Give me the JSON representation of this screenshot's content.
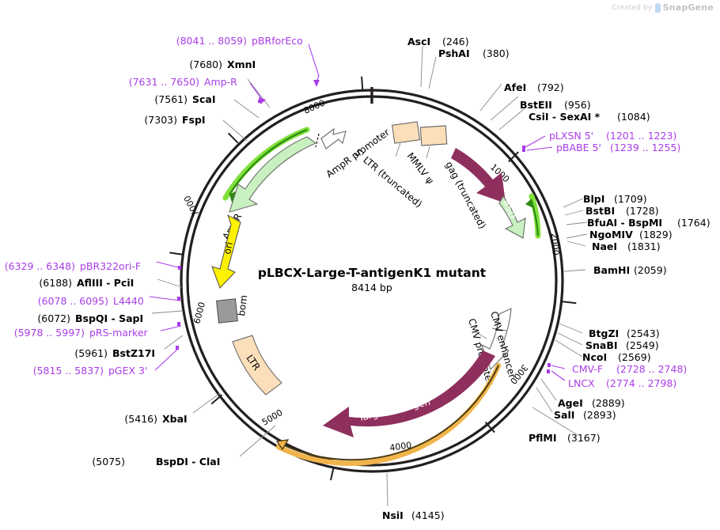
{
  "watermark": {
    "prefix": "Created by",
    "brand": "SnapGene",
    "logo_icon": "snapgene-logo-icon"
  },
  "plasmid": {
    "name": "pLBCX-Large-T-antigenK1 mutant",
    "size": "8414 bp",
    "length_bp": 8414
  },
  "ruler_ticks": [
    {
      "label": "1000",
      "bp": 1000
    },
    {
      "label": "2000",
      "bp": 2000
    },
    {
      "label": "3000",
      "bp": 3000
    },
    {
      "label": "4000",
      "bp": 4000
    },
    {
      "label": "5000",
      "bp": 5000
    },
    {
      "label": "6000",
      "bp": 6000
    },
    {
      "label": "7000",
      "bp": 7000
    },
    {
      "label": "8000",
      "bp": 8000
    }
  ],
  "enzyme_sites": [
    {
      "name": "AscI",
      "pos": "(246)",
      "bp": 246
    },
    {
      "name": "PshAI",
      "pos": "(380)",
      "bp": 380
    },
    {
      "name": "AfeI",
      "pos": "(792)",
      "bp": 792
    },
    {
      "name": "BstEII",
      "pos": "(956)",
      "bp": 956
    },
    {
      "name": "CsiI  -  SexAI *",
      "pos": "(1084)",
      "bp": 1084
    },
    {
      "name": "BlpI",
      "pos": "(1709)",
      "bp": 1709
    },
    {
      "name": "BstBI",
      "pos": "(1728)",
      "bp": 1728
    },
    {
      "name": "BfuAI  -  BspMI",
      "pos": "(1764)",
      "bp": 1764
    },
    {
      "name": "NgoMIV",
      "pos": "(1829)",
      "bp": 1829
    },
    {
      "name": "NaeI",
      "pos": "(1831)",
      "bp": 1831
    },
    {
      "name": "BamHI",
      "pos": "(2059)",
      "bp": 2059
    },
    {
      "name": "BtgZI",
      "pos": "(2543)",
      "bp": 2543
    },
    {
      "name": "SnaBI",
      "pos": "(2549)",
      "bp": 2549
    },
    {
      "name": "NcoI",
      "pos": "(2569)",
      "bp": 2569
    },
    {
      "name": "AgeI",
      "pos": "(2889)",
      "bp": 2889
    },
    {
      "name": "SalI",
      "pos": "(2893)",
      "bp": 2893
    },
    {
      "name": "PflMI",
      "pos": "(3167)",
      "bp": 3167
    },
    {
      "name": "NsiI",
      "pos": "(4145)",
      "bp": 4145
    },
    {
      "name": "BspDI  -  ClaI",
      "pos": "(5075)",
      "bp": 5075
    },
    {
      "name": "XbaI",
      "pos": "(5416)",
      "bp": 5416
    },
    {
      "name": "BstZ17I",
      "pos": "(5961)",
      "bp": 5961
    },
    {
      "name": "BspQI  -  SapI",
      "pos": "(6072)",
      "bp": 6072
    },
    {
      "name": "AflIII  -  PciI",
      "pos": "(6188)",
      "bp": 6188
    },
    {
      "name": "FspI",
      "pos": "(7303)",
      "bp": 7303
    },
    {
      "name": "ScaI",
      "pos": "(7561)",
      "bp": 7561
    },
    {
      "name": "XmnI",
      "pos": "(7680)",
      "bp": 7680
    }
  ],
  "primers": [
    {
      "name": "pLXSN 5'",
      "range": "(1201 .. 1223)"
    },
    {
      "name": "pBABE 5'",
      "range": "(1239 .. 1255)"
    },
    {
      "name": "CMV-F",
      "range": "(2728 .. 2748)"
    },
    {
      "name": "LNCX",
      "range": "(2774 .. 2798)"
    },
    {
      "name": "pGEX 3'",
      "range": "(5815 .. 5837)"
    },
    {
      "name": "pRS-marker",
      "range": "(5978 .. 5997)"
    },
    {
      "name": "L4440",
      "range": "(6078 .. 6095)"
    },
    {
      "name": "pBR322ori-F",
      "range": "(6329 .. 6348)"
    },
    {
      "name": "Amp-R",
      "range": "(7631 .. 7650)"
    },
    {
      "name": "pBRforEco",
      "range": "(8041 .. 8059)"
    }
  ],
  "features": [
    {
      "label": "5' LTR (truncated)",
      "color": "#fbdfba"
    },
    {
      "label": "MMLV ψ",
      "color": "#fbdfba"
    },
    {
      "label": "gag (truncated)",
      "color": "#8e2f5e"
    },
    {
      "label": "BSD",
      "color": "#c9f0c0"
    },
    {
      "label": "CMV enhancer",
      "color": "#ffffff"
    },
    {
      "label": "CMV promoter",
      "color": "#ffffff"
    },
    {
      "label": "large T antigen",
      "color": "#8e2f5e"
    },
    {
      "label": "LTR",
      "color": "#fbdfba"
    },
    {
      "label": "bom",
      "color": "#9a9a9a"
    },
    {
      "label": "ori",
      "color": "#fff200"
    },
    {
      "label": "AmpR",
      "color": "#c9f0c0"
    },
    {
      "label": "AmpR promoter",
      "color": "#ffffff"
    }
  ],
  "colors": {
    "backbone": "#231f20",
    "enzyme_text": "#000000",
    "primer_text": "#a93ce8",
    "orf_maroon": "#8e2f5e",
    "amp_green": "#c9f0c0",
    "highlight_green": "#6fd01f",
    "ori_yellow": "#fff200",
    "ltr_peach": "#fbdfba",
    "bom_gray": "#9a9a9a",
    "highlight_orange": "#f0b44b"
  }
}
